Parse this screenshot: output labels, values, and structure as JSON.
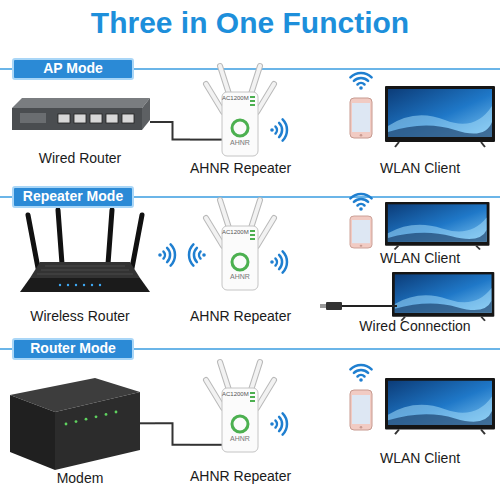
{
  "diagram": {
    "title": "Three in One Function",
    "nodes": [
      {
        "text": [
          "AP Mode"
        ]
      },
      {
        "text": [
          "Wired Router"
        ],
        "in": 0
      },
      {
        "text": [
          "AHNR Repeater"
        ],
        "in": 0
      },
      {
        "text": [
          "WLAN Client"
        ],
        "in": 0
      },
      {
        "text": [
          "Repeater Mode"
        ]
      },
      {
        "text": [
          "Wireless Router"
        ],
        "in": 4
      },
      {
        "text": [
          "AHNR Repeater"
        ],
        "in": 4
      },
      {
        "text": [
          "WLAN Client"
        ],
        "in": 4
      },
      {
        "text": [
          "Wired Connection"
        ],
        "in": 4
      },
      {
        "text": [
          "Router Mode"
        ]
      },
      {
        "text": [
          "Modem"
        ],
        "in": 9
      },
      {
        "text": [
          "AHNR Repeater"
        ],
        "in": 9
      },
      {
        "text": [
          "WLAN Client"
        ],
        "in": 9
      }
    ],
    "edges": [
      {
        "from": 1,
        "to": 2,
        "arrow": "none"
      },
      {
        "from": 10,
        "to": 11,
        "arrow": "none"
      }
    ],
    "labels": [
      "AC1200M",
      "AHNR",
      "AC1200M",
      "AHNR",
      "AC1200M",
      "AHNR"
    ]
  }
}
